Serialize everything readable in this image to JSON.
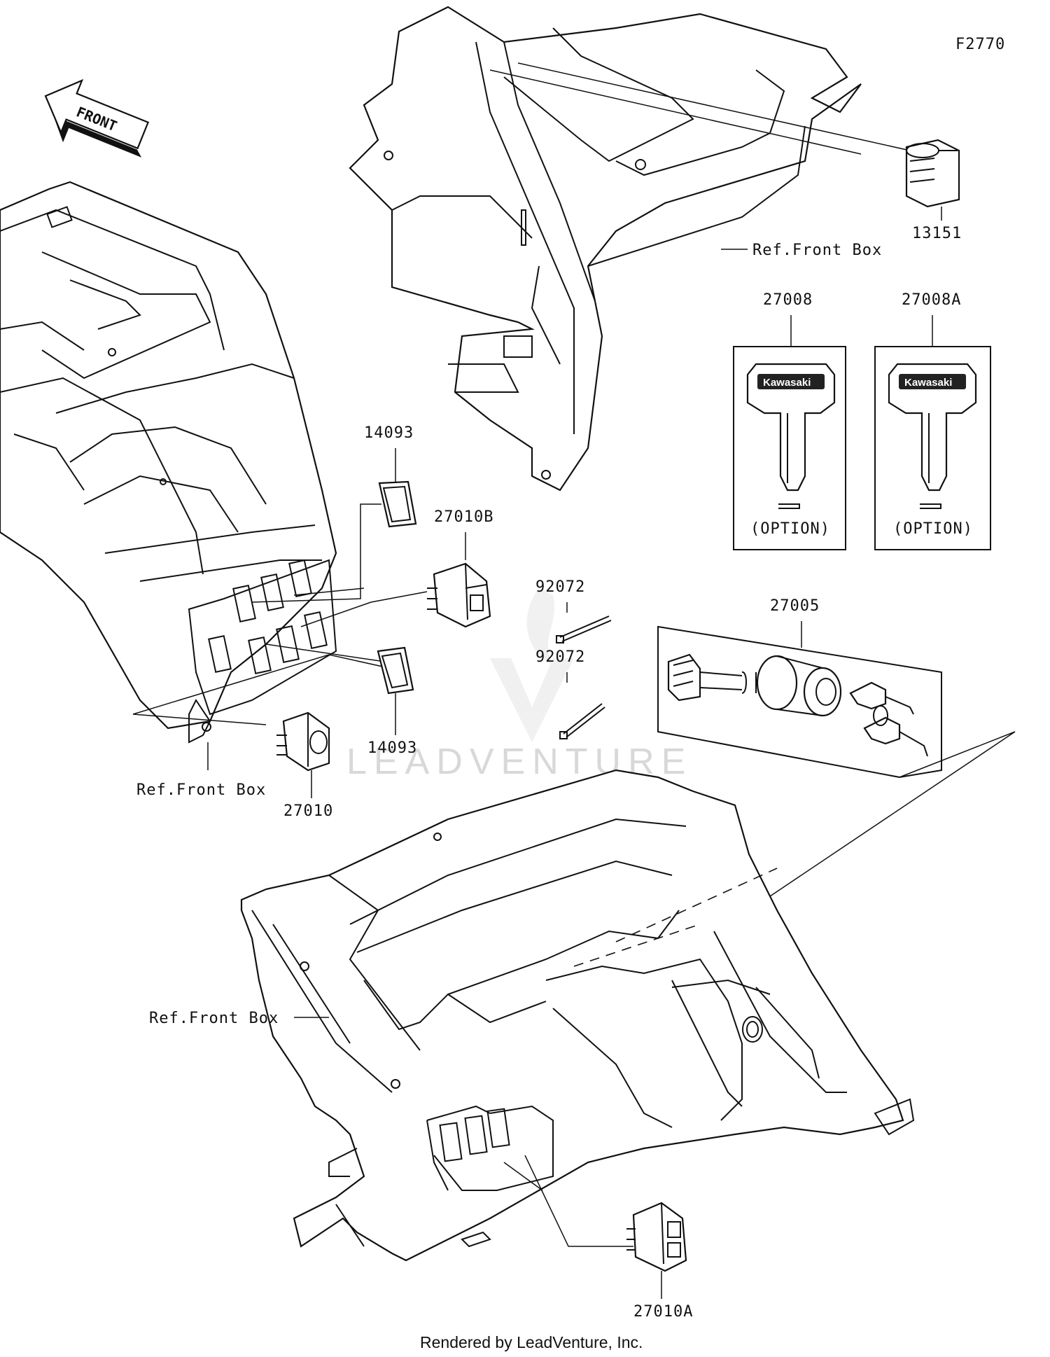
{
  "figure_id": "F2770",
  "front_arrow": "FRONT",
  "watermark": "LEADVENTURE",
  "footer": "Rendered by LeadVenture, Inc.",
  "option_text": "(OPTION)",
  "key_brand": "Kawasaki",
  "ref_label": "Ref.Front Box",
  "parts": {
    "p13151": "13151",
    "p27008": "27008",
    "p27008A": "27008A",
    "p14093": "14093",
    "p27010B": "27010B",
    "p92072": "92072",
    "p27005": "27005",
    "p27010": "27010",
    "p27010A": "27010A"
  }
}
